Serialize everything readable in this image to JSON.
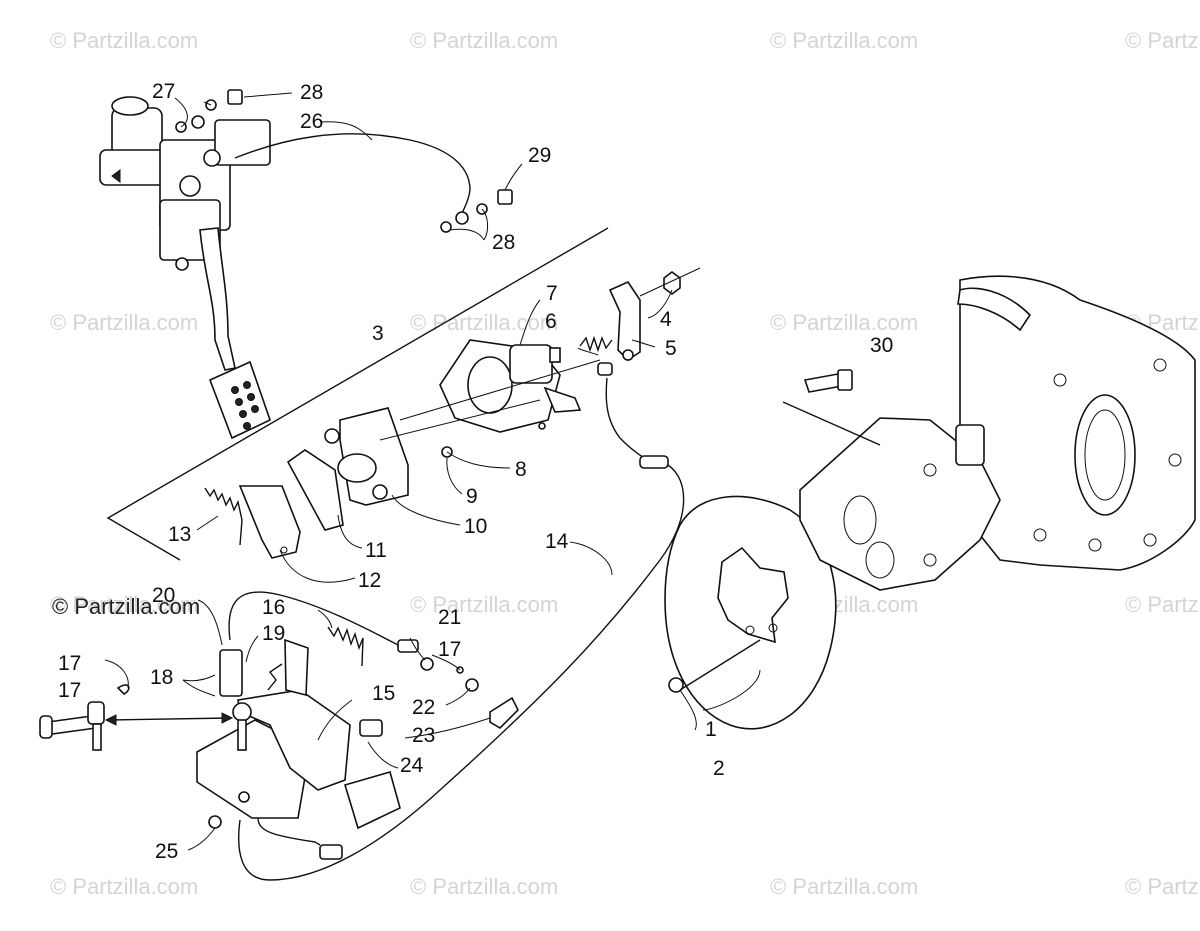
{
  "watermark": {
    "text": "© Partzilla.com",
    "color": "#d4d4d4"
  },
  "callouts": [
    {
      "id": "1",
      "label": "1"
    },
    {
      "id": "2",
      "label": "2"
    },
    {
      "id": "3",
      "label": "3"
    },
    {
      "id": "4",
      "label": "4"
    },
    {
      "id": "5",
      "label": "5"
    },
    {
      "id": "6",
      "label": "6"
    },
    {
      "id": "7",
      "label": "7"
    },
    {
      "id": "8",
      "label": "8"
    },
    {
      "id": "9",
      "label": "9"
    },
    {
      "id": "10",
      "label": "10"
    },
    {
      "id": "11",
      "label": "11"
    },
    {
      "id": "12",
      "label": "12"
    },
    {
      "id": "13",
      "label": "13"
    },
    {
      "id": "14",
      "label": "14"
    },
    {
      "id": "15",
      "label": "15"
    },
    {
      "id": "16",
      "label": "16"
    },
    {
      "id": "17a",
      "label": "17"
    },
    {
      "id": "17b",
      "label": "17"
    },
    {
      "id": "18",
      "label": "18"
    },
    {
      "id": "19",
      "label": "19"
    },
    {
      "id": "20",
      "label": "20"
    },
    {
      "id": "21",
      "label": "21"
    },
    {
      "id": "22",
      "label": "22"
    },
    {
      "id": "23",
      "label": "23"
    },
    {
      "id": "24",
      "label": "24"
    },
    {
      "id": "25",
      "label": "25"
    },
    {
      "id": "26",
      "label": "26"
    },
    {
      "id": "27",
      "label": "27"
    },
    {
      "id": "28a",
      "label": "28"
    },
    {
      "id": "28b",
      "label": "28"
    },
    {
      "id": "29a",
      "label": "29"
    },
    {
      "id": "29b",
      "label": "29"
    },
    {
      "id": "30",
      "label": "30"
    }
  ]
}
